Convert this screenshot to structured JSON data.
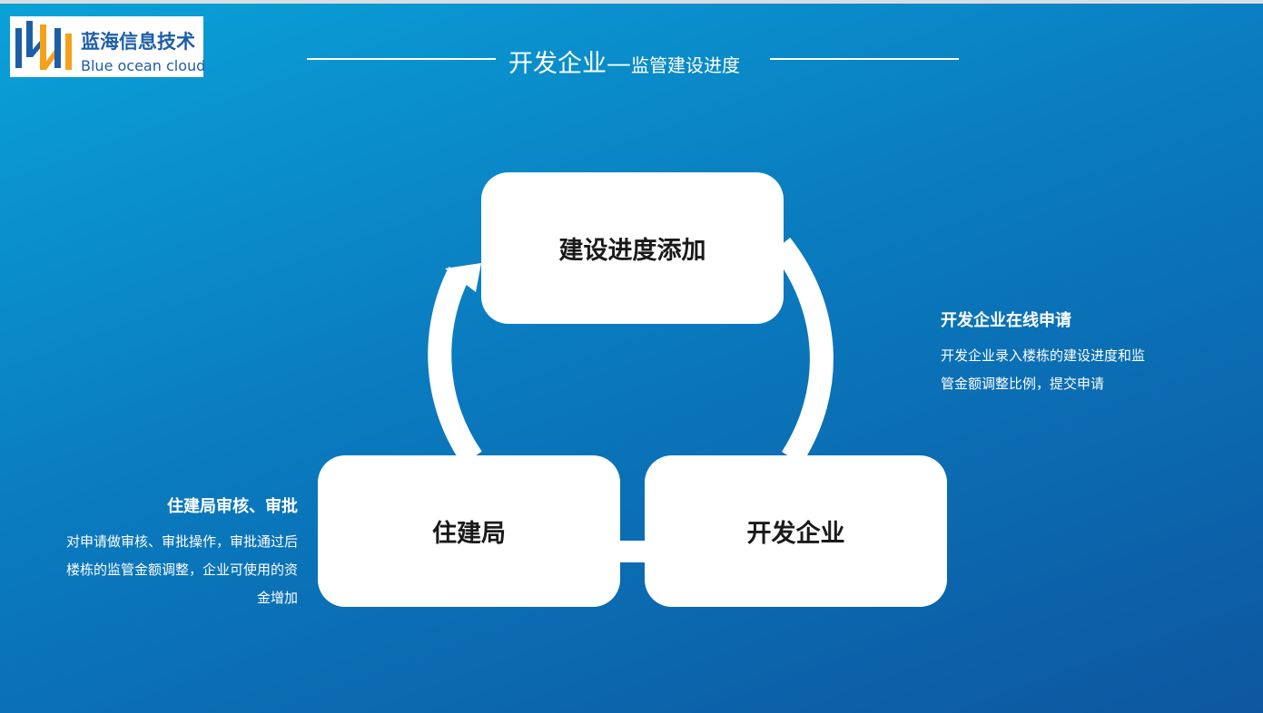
{
  "logo": {
    "name_cn": "蓝海信息技术",
    "name_en": "Blue ocean cloud",
    "colors": {
      "primary": "#1e5ea8",
      "accent": "#f5a11c"
    }
  },
  "title": {
    "main": "开发企业",
    "dash": "—",
    "sub": "监管建设进度"
  },
  "cycle": {
    "nodes": {
      "top": "建设进度添加",
      "left": "住建局",
      "right": "开发企业"
    }
  },
  "descriptions": {
    "right": {
      "heading": "开发企业在线申请",
      "body": "开发企业录入楼栋的建设进度和监管金额调整比例，提交申请"
    },
    "left": {
      "heading": "住建局审核、审批",
      "body": "对申请做审核、审批操作，审批通过后楼栋的监管金额调整，企业可使用的资金增加"
    }
  },
  "colors": {
    "background_start": "#0aa2d8",
    "background_end": "#0d57a0",
    "node_fill": "#ffffff",
    "node_text": "#1a1a1a"
  }
}
